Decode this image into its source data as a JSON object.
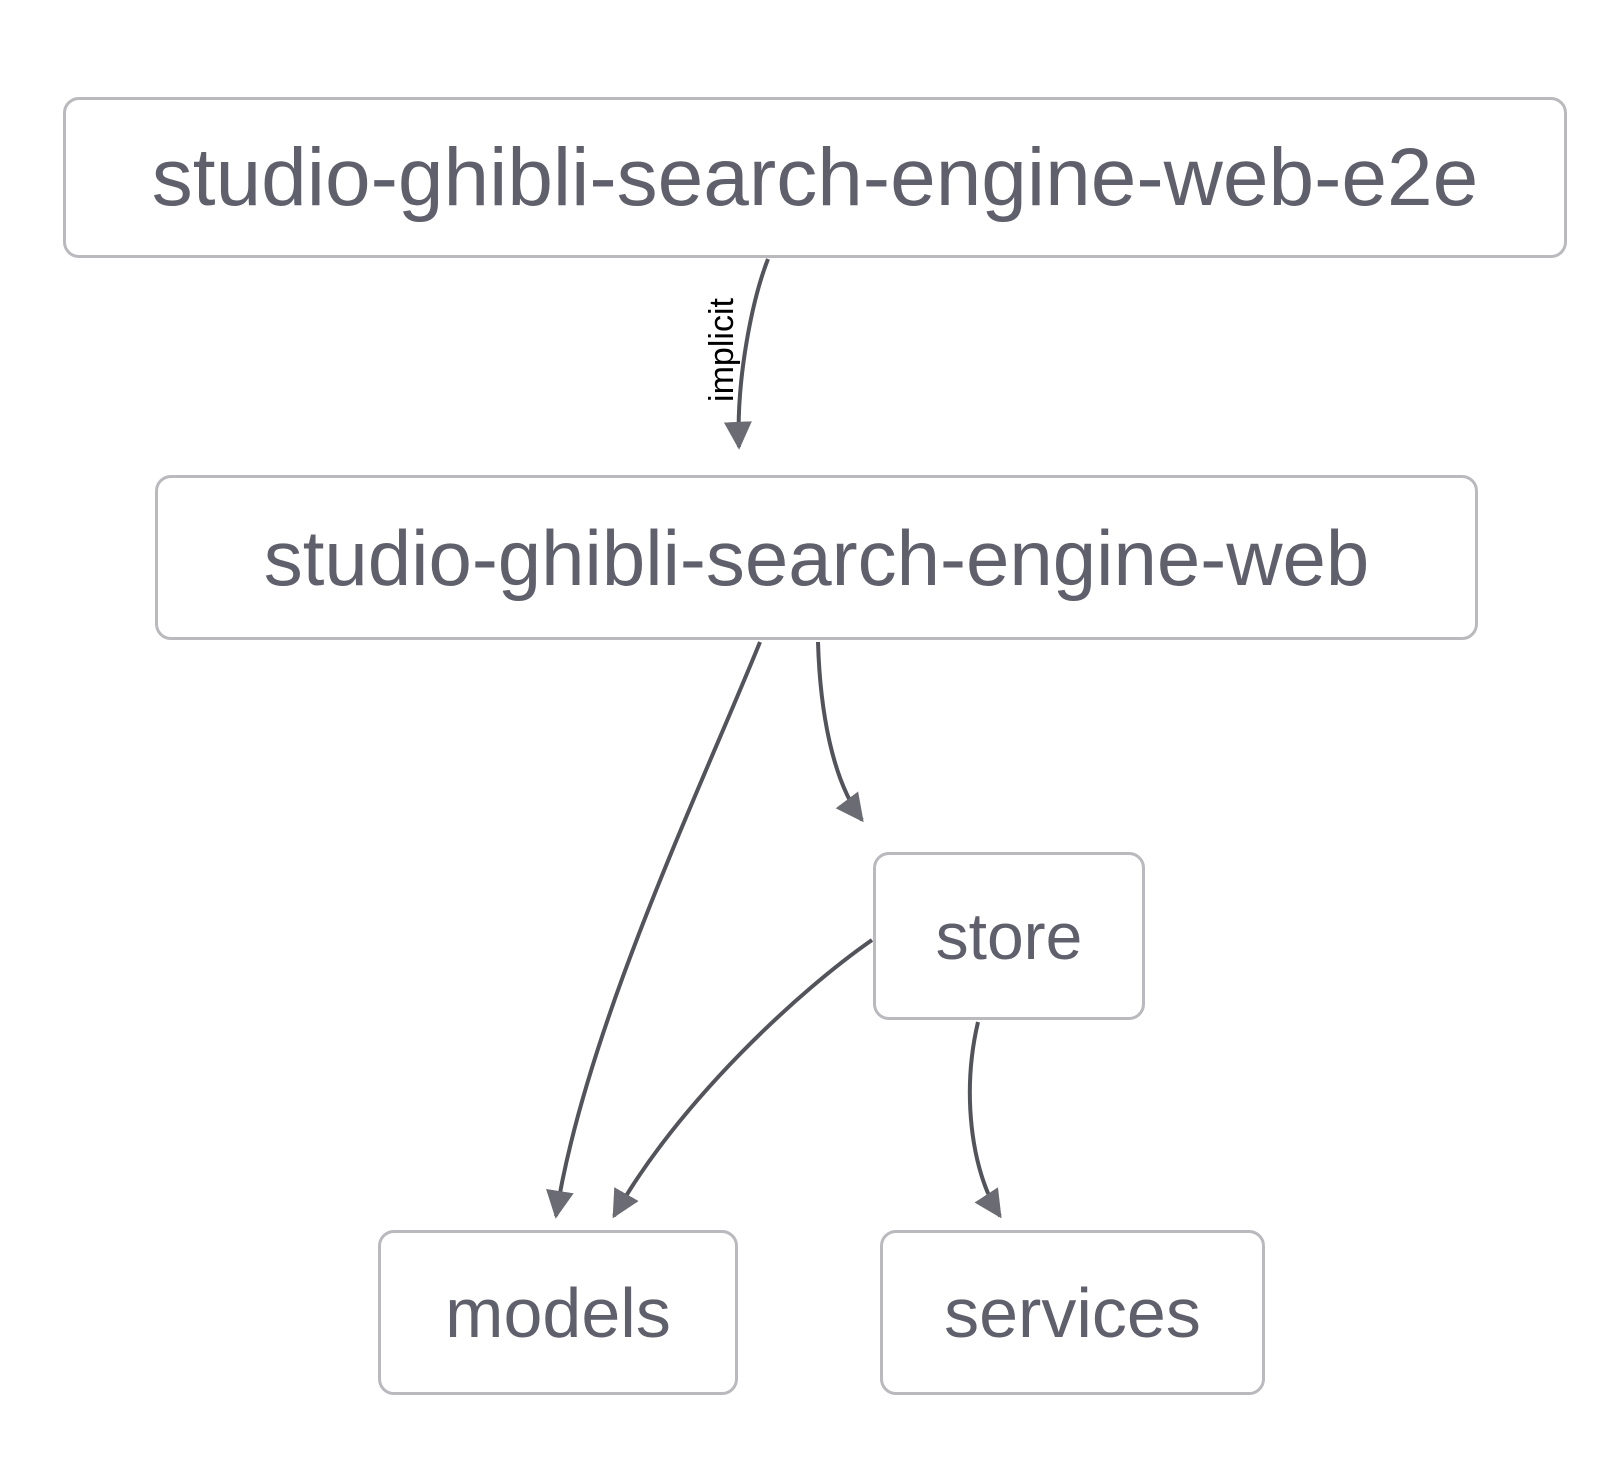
{
  "diagram": {
    "type": "dependency-graph",
    "title": "",
    "background_color": "#ffffff",
    "node_border_color": "#b9b9be",
    "node_fill_color": "#ffffff",
    "node_text_color": "#60606d",
    "edge_color": "#53535b",
    "edge_label_color": "#000000",
    "nodes": [
      {
        "id": "web-e2e",
        "label": "studio-ghibli-search-engine-web-e2e"
      },
      {
        "id": "web",
        "label": "studio-ghibli-search-engine-web"
      },
      {
        "id": "store",
        "label": "store"
      },
      {
        "id": "models",
        "label": "models"
      },
      {
        "id": "services",
        "label": "services"
      }
    ],
    "edges": [
      {
        "from": "web-e2e",
        "to": "web",
        "label": "implicit"
      },
      {
        "from": "web",
        "to": "models",
        "label": ""
      },
      {
        "from": "web",
        "to": "store",
        "label": ""
      },
      {
        "from": "store",
        "to": "models",
        "label": ""
      },
      {
        "from": "store",
        "to": "services",
        "label": ""
      }
    ]
  }
}
